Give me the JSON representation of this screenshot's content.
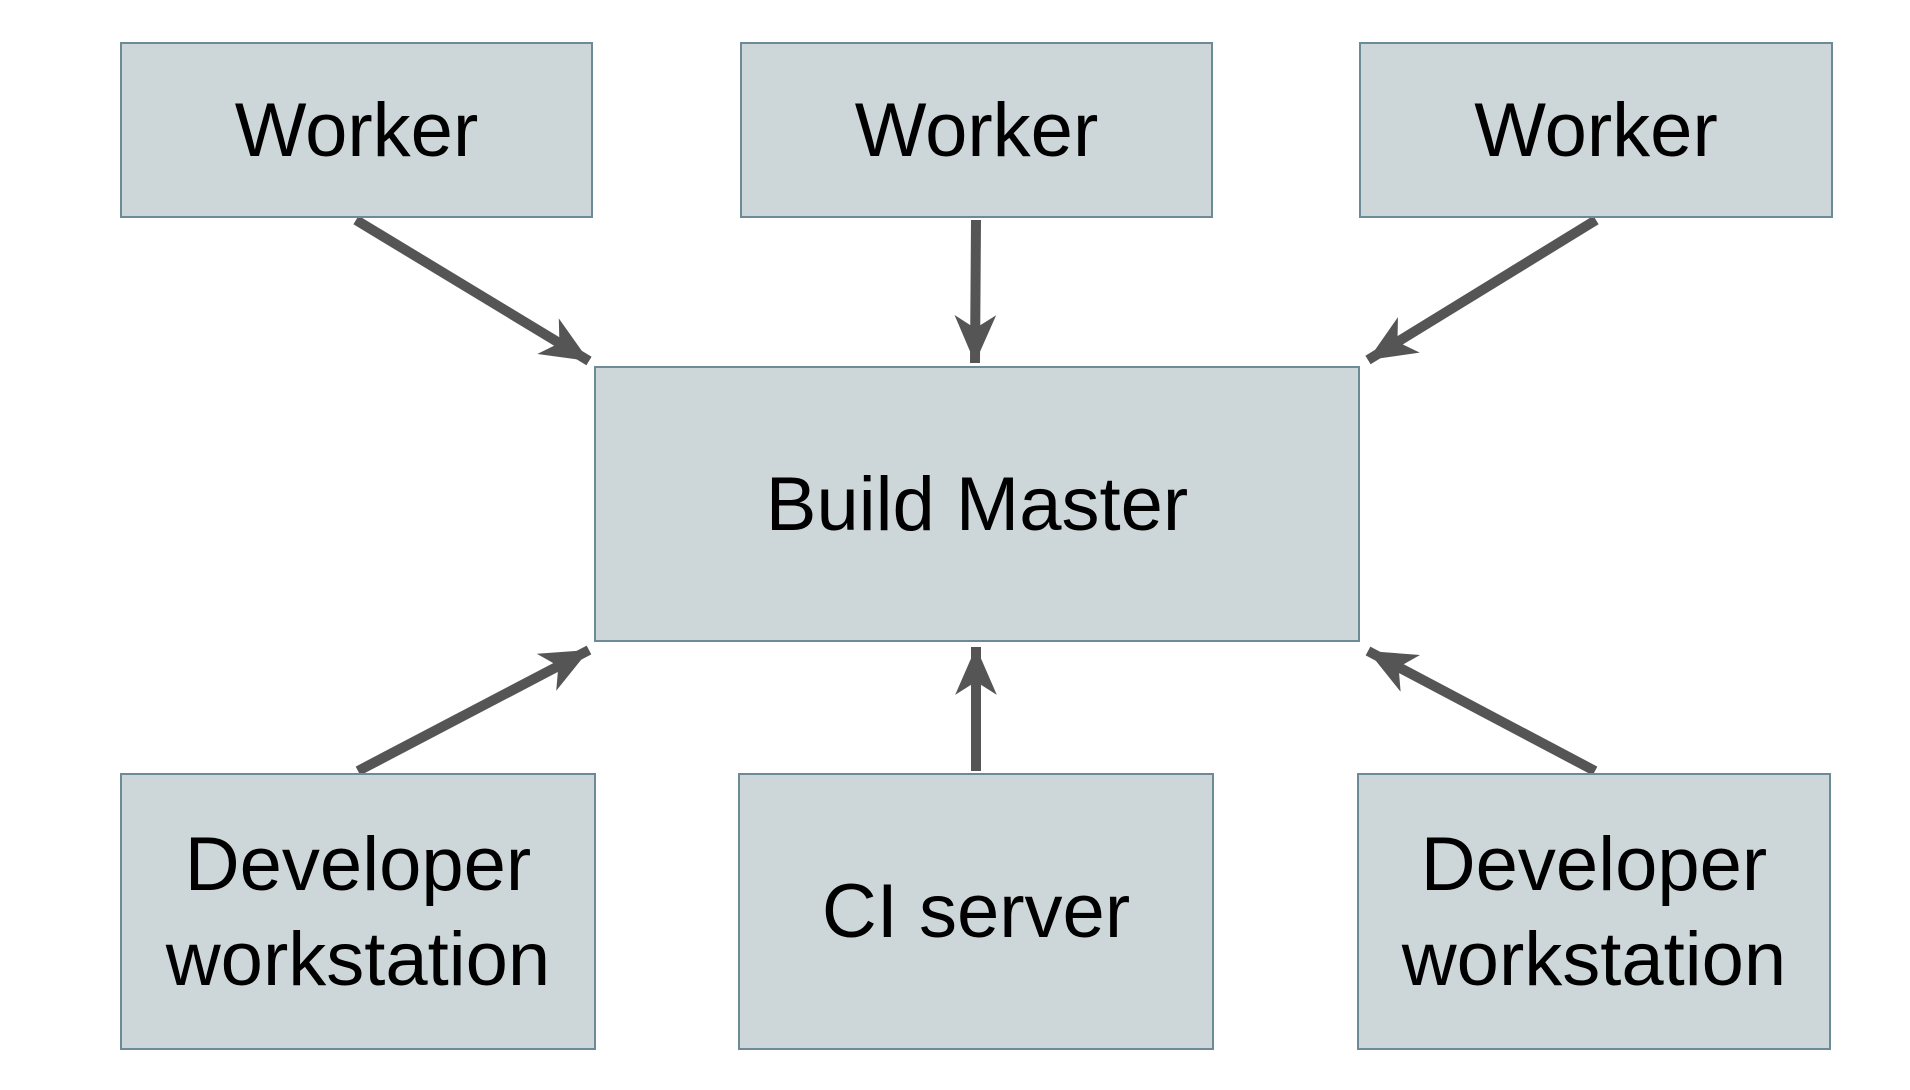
{
  "diagram": {
    "colors": {
      "node_fill": "#cdd6d9",
      "node_border": "#6d8a97",
      "arrow": "#555555",
      "text": "#000000",
      "background": "#ffffff"
    },
    "nodes": {
      "worker_left": {
        "label": "Worker"
      },
      "worker_middle": {
        "label": "Worker"
      },
      "worker_right": {
        "label": "Worker"
      },
      "build_master": {
        "label": "Build Master"
      },
      "developer_workstation_left": {
        "label": "Developer workstation"
      },
      "ci_server": {
        "label": "CI server"
      },
      "developer_workstation_right": {
        "label": "Developer workstation"
      }
    },
    "edges": [
      {
        "from": "worker_left",
        "to": "build_master"
      },
      {
        "from": "worker_middle",
        "to": "build_master"
      },
      {
        "from": "worker_right",
        "to": "build_master"
      },
      {
        "from": "developer_workstation_left",
        "to": "build_master"
      },
      {
        "from": "ci_server",
        "to": "build_master"
      },
      {
        "from": "developer_workstation_right",
        "to": "build_master"
      }
    ]
  }
}
